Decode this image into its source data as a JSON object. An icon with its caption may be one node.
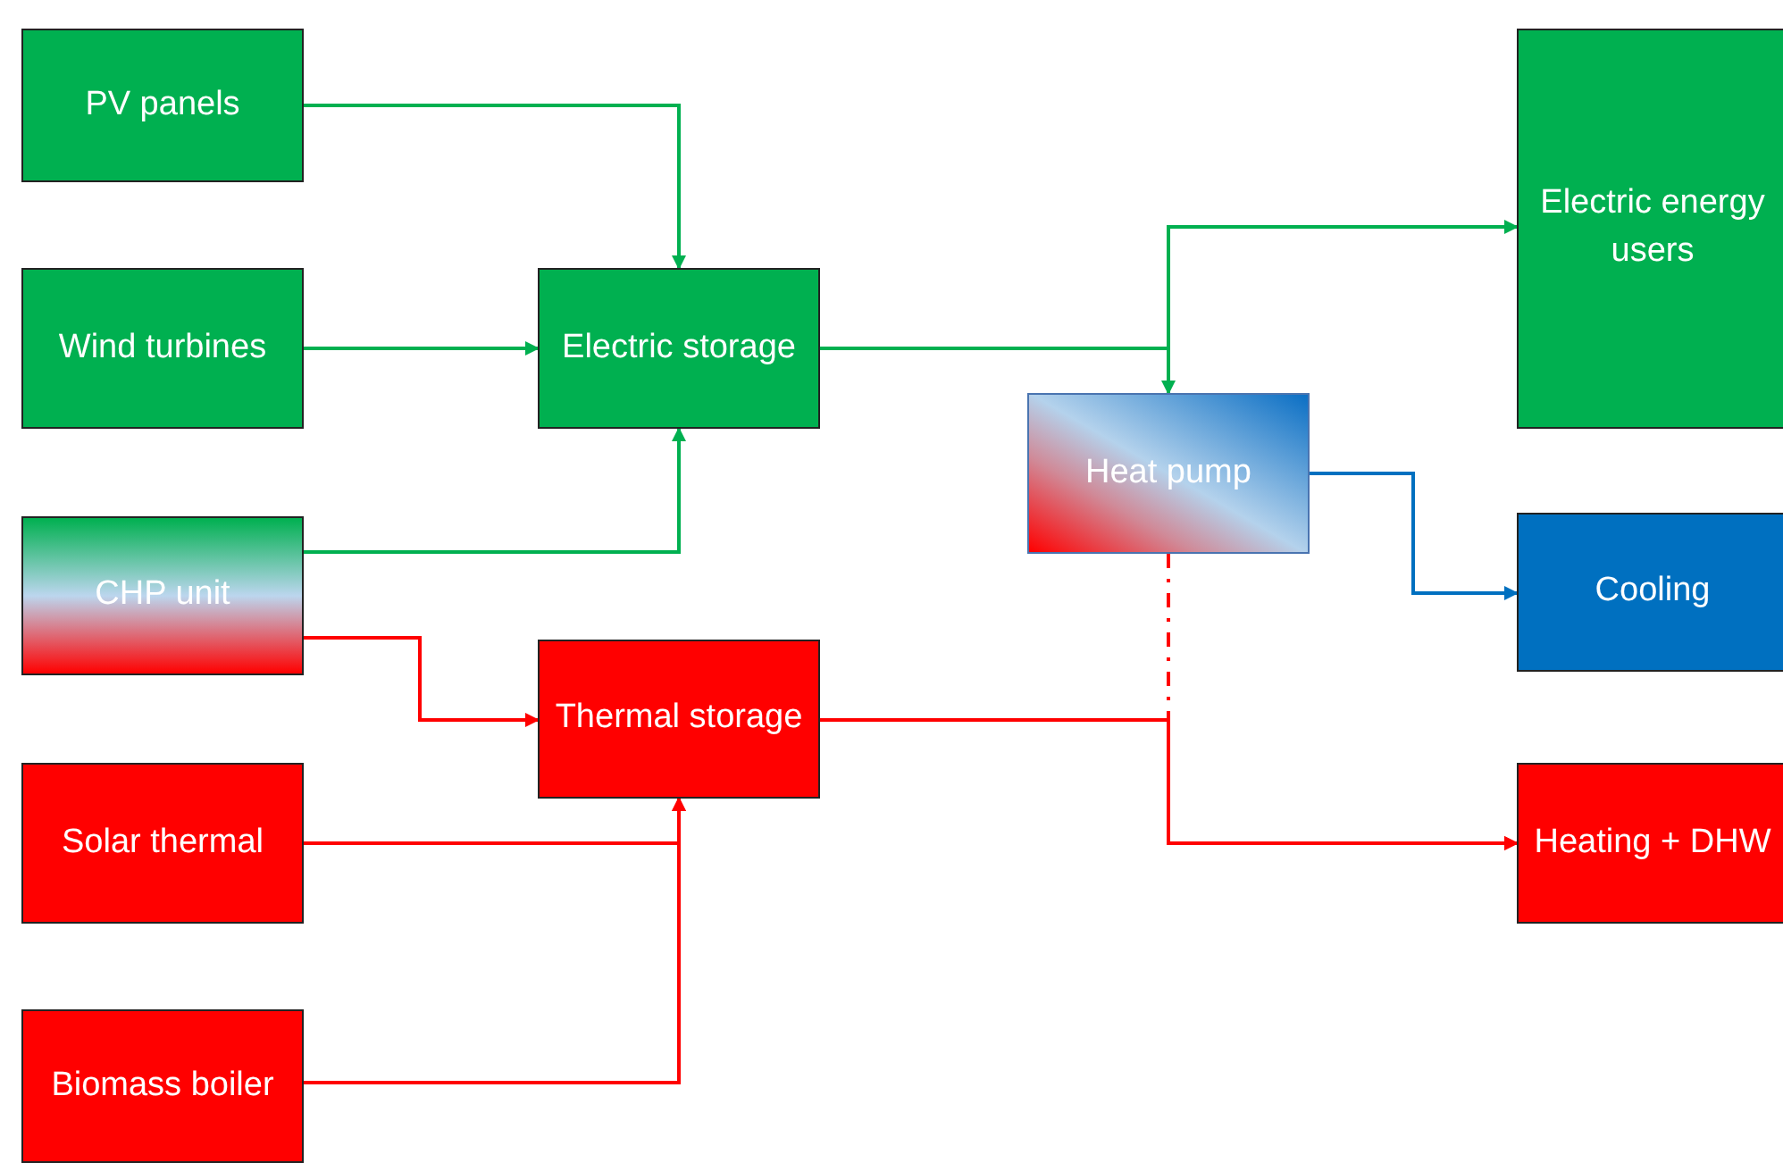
{
  "diagram": {
    "nodes": [
      {
        "text": [
          "PV panels"
        ]
      },
      {
        "text": [
          "Wind turbines"
        ]
      },
      {
        "text": [
          "CHP unit"
        ]
      },
      {
        "text": [
          "Solar thermal"
        ]
      },
      {
        "text": [
          "Biomass boiler"
        ]
      },
      {
        "text": [
          "Electric storage"
        ]
      },
      {
        "text": [
          "Thermal storage"
        ]
      },
      {
        "text": [
          "Heat pump"
        ]
      },
      {
        "text": [
          "Electric energy users"
        ]
      },
      {
        "text": [
          "Cooling"
        ]
      },
      {
        "text": [
          "Heating + DHW"
        ]
      }
    ],
    "edges": [
      {
        "from": 0,
        "to": 5,
        "arrow": "to"
      },
      {
        "from": 1,
        "to": 5,
        "arrow": "to"
      },
      {
        "from": 2,
        "to": 5,
        "arrow": "to"
      },
      {
        "from": 2,
        "to": 6,
        "arrow": "to",
        "color": "#ff0000"
      },
      {
        "from": 3,
        "to": 6,
        "arrow": "to",
        "color": "#ff0000"
      },
      {
        "from": 4,
        "to": 6,
        "arrow": "to",
        "color": "#ff0000"
      },
      {
        "from": 5,
        "to": 8,
        "arrow": "to"
      },
      {
        "from": 5,
        "to": 7,
        "arrow": "to"
      },
      {
        "from": 7,
        "to": 9,
        "arrow": "to",
        "color": "#0070c0"
      },
      {
        "from": 7,
        "to": 10,
        "arrow": "to",
        "style": "dashed",
        "color": "#ff0000"
      },
      {
        "from": 6,
        "to": 10,
        "arrow": "to",
        "color": "#ff0000"
      }
    ]
  }
}
